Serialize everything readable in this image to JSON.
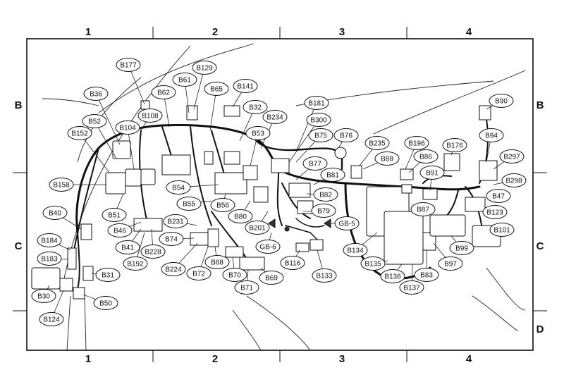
{
  "grid": {
    "columns": [
      "1",
      "2",
      "3",
      "4"
    ],
    "rows": [
      "B",
      "C",
      "D"
    ]
  },
  "connectors": [
    "B177",
    "B129",
    "B61",
    "B36",
    "B62",
    "B65",
    "B141",
    "B108",
    "B32",
    "B52",
    "B104",
    "B181",
    "B234",
    "B152",
    "B300",
    "B53",
    "B75",
    "B76",
    "B235",
    "B196",
    "B90",
    "B94",
    "B176",
    "B297",
    "B86",
    "B88",
    "B91",
    "B77",
    "B81",
    "B158",
    "B54",
    "B82",
    "B298",
    "B55",
    "B56",
    "B47",
    "B87",
    "B51",
    "B80",
    "B40",
    "B79",
    "B123",
    "B46",
    "B231",
    "B201",
    "GB-5",
    "B101",
    "B74",
    "B184",
    "B41",
    "B228",
    "GB-6",
    "B99",
    "B183",
    "B192",
    "B68",
    "B134",
    "B97",
    "B224",
    "B116",
    "B31",
    "B72",
    "B70",
    "B135",
    "B83",
    "B71",
    "B69",
    "B133",
    "B136",
    "B30",
    "B137",
    "B50",
    "B124"
  ]
}
